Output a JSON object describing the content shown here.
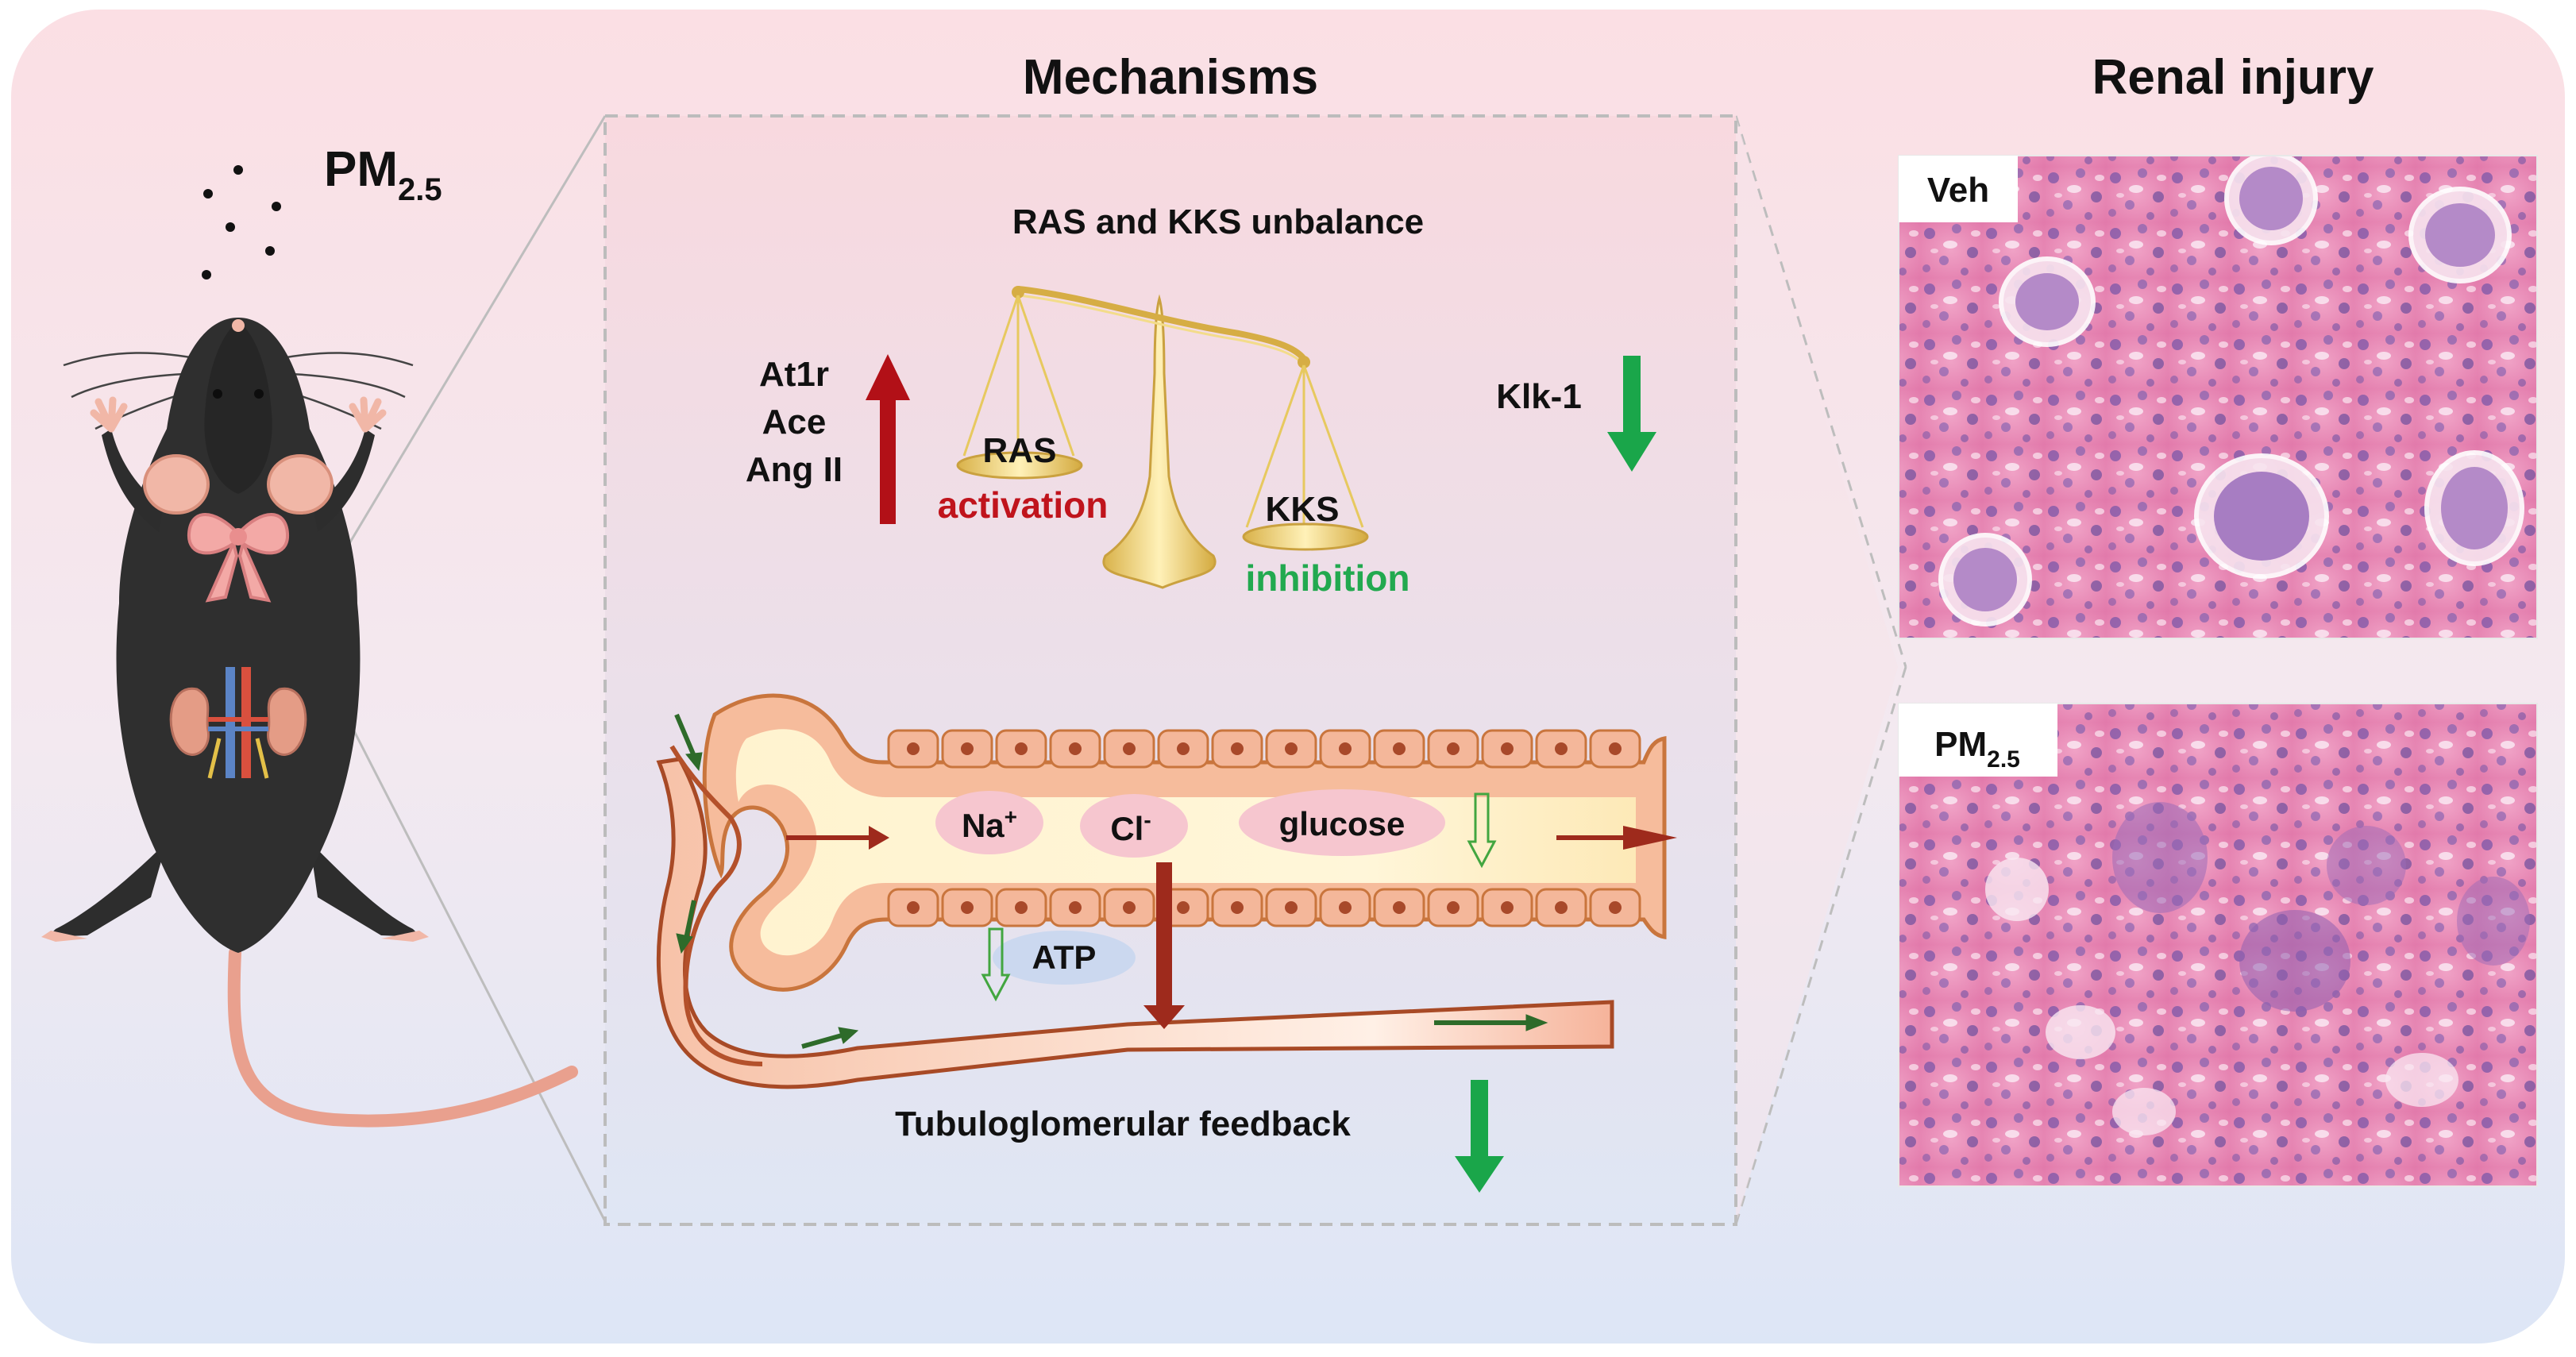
{
  "headings": {
    "mechanisms": "Mechanisms",
    "renal_injury": "Renal injury"
  },
  "exposure": {
    "pm_main": "PM",
    "pm_sub": "2.5"
  },
  "balance": {
    "title": "RAS and KKS unbalance",
    "left_markers": [
      "At1r",
      "Ace",
      "Ang II"
    ],
    "right_marker": "Klk-1",
    "ras_label": "RAS",
    "ras_state": "activation",
    "kks_label": "KKS",
    "kks_state": "inhibition"
  },
  "tubule": {
    "na_base": "Na",
    "na_sup": "+",
    "cl_base": "Cl",
    "cl_sup": "-",
    "glucose": "glucose",
    "atp": "ATP",
    "feedback": "Tubuloglomerular feedback"
  },
  "histology": {
    "top_label": "Veh",
    "bottom_main": "PM",
    "bottom_sub": "2.5"
  },
  "colors": {
    "up_arrow": "#b21017",
    "down_arrow": "#1aa64a",
    "activation_text": "#c0141c",
    "inhibition_text": "#22a94f",
    "flow_arrow": "#9e2a1c",
    "inner_flow_arrow": "#2e6b2a",
    "tubule_wall": "#f4b79a",
    "tubule_outline": "#c9753d",
    "lumen": "#fff6d6",
    "tissue_pink": "#e98ab8"
  }
}
